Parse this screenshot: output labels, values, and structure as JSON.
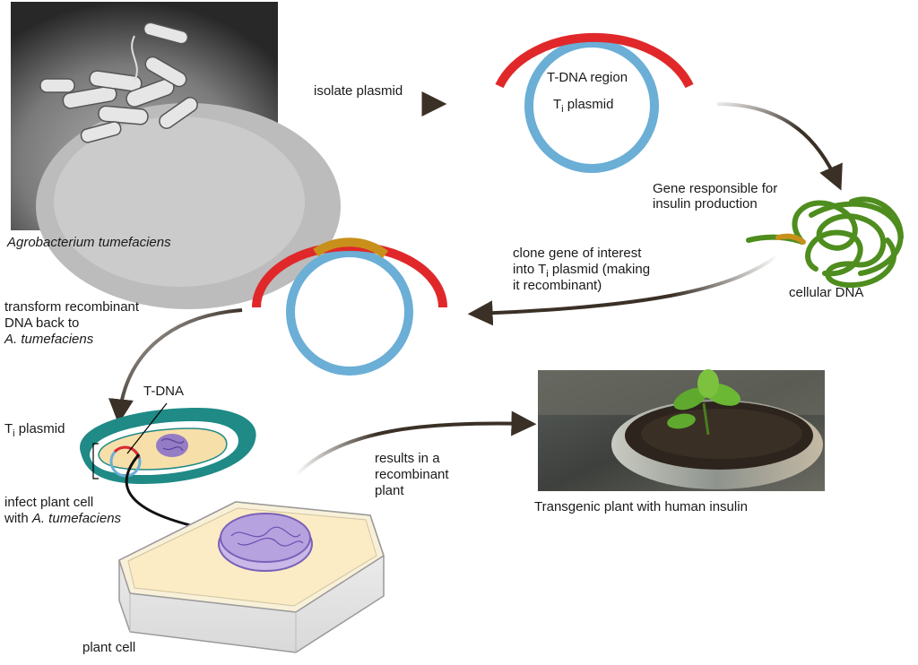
{
  "labels": {
    "agrobacterium": "Agrobacterium tumefaciens",
    "isolate_plasmid": "isolate plasmid",
    "tdna_region": "T-DNA region",
    "ti_plasmid_T": "T",
    "ti_plasmid_sub": "i",
    "ti_plasmid_rest": " plasmid",
    "gene_line1": "Gene responsible for",
    "gene_line2": "insulin production",
    "clone_line1": "clone gene of interest",
    "clone_line2_a": "into T",
    "clone_line2_sub": "i",
    "clone_line2_b": " plasmid (making",
    "clone_line3": "it recombinant)",
    "cellular_dna": "cellular DNA",
    "transform_line1": "transform recombinant",
    "transform_line2": "DNA back to",
    "transform_line3": "A. tumefaciens",
    "tdna": "T-DNA",
    "ti_plasmid2_T": "T",
    "ti_plasmid2_sub": "i",
    "ti_plasmid2_rest": " plasmid",
    "results_line1": "results in a",
    "results_line2": "recombinant",
    "results_line3": "plant",
    "infect_line1": "infect plant cell",
    "infect_line2_a": "with ",
    "infect_line2_b": "A. tumefaciens",
    "transgenic": "Transgenic plant with human insulin",
    "plant_cell": "plant cell"
  },
  "colors": {
    "arrow": "#3a3026",
    "plasmid_red": "#e0282a",
    "plasmid_blue": "#6baed6",
    "insert_gold": "#c8901a",
    "dna_green": "#4e8d1e",
    "bacterium_teal": "#1f8a86",
    "cytoplasm": "#f7dfaa",
    "nucleus_purple": "#8a72c8",
    "photo_dark": "#2b2b2b",
    "pot_grey": "#9aa19e",
    "soil": "#2c241d",
    "leaf_green": "#5faa2e"
  }
}
